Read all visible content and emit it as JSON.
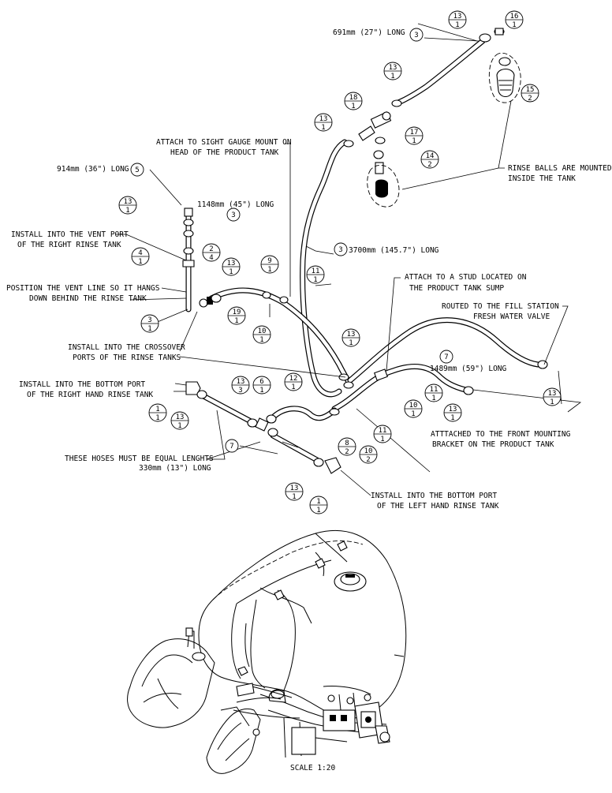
{
  "lengths": {
    "l691": "691mm (27\") LONG",
    "l914": "914mm (36\") LONG",
    "l1148": "1148mm (45\") LONG",
    "l3700": "3700mm (145.7\") LONG",
    "l1489": "1489mm (59\") LONG",
    "l330": "330mm (13\") LONG"
  },
  "notes": {
    "sight_gauge_1": "ATTACH TO SIGHT GAUGE MOUNT ON",
    "sight_gauge_2": "HEAD OF THE PRODUCT TANK",
    "rinse_balls_1": "RINSE BALLS ARE MOUNTED",
    "rinse_balls_2": "INSIDE THE TANK",
    "vent_port_1": "INSTALL INTO THE VENT PORT",
    "vent_port_2": "OF THE RIGHT RINSE TANK",
    "position_vent_1": "POSITION THE VENT LINE SO IT HANGS",
    "position_vent_2": "DOWN BEHIND THE RINSE TANK",
    "stud_1": "ATTACH TO A STUD LOCATED ON",
    "stud_2": "THE PRODUCT TANK SUMP",
    "fill_station_1": "ROUTED TO THE FILL STATION",
    "fill_station_2": "FRESH WATER VALVE",
    "crossover_1": "INSTALL INTO THE CROSSOVER",
    "crossover_2": "PORTS OF THE RINSE TANKS",
    "bottom_right_1": "INSTALL INTO THE BOTTOM PORT",
    "bottom_right_2": "OF THE RIGHT HAND RINSE TANK",
    "front_mount_1": "ATTTACHED TO THE FRONT MOUNTING",
    "front_mount_2": "BRACKET ON THE PRODUCT TANK",
    "equal_1": "THESE HOSES MUST BE EQUAL LENGHTS",
    "bottom_left_1": "INSTALL INTO THE BOTTOM PORT",
    "bottom_left_2": "OF THE LEFT HAND RINSE TANK"
  },
  "scale": "SCALE 1:20",
  "bubbles": {
    "b13_1a": {
      "item": "13",
      "qty": "1"
    },
    "b16_1": {
      "item": "16",
      "qty": "1"
    },
    "b3_691": {
      "item": "3"
    },
    "b13_1b": {
      "item": "13",
      "qty": "1"
    },
    "b15_2": {
      "item": "15",
      "qty": "2"
    },
    "b18_1": {
      "item": "18",
      "qty": "1"
    },
    "b13_1c": {
      "item": "13",
      "qty": "1"
    },
    "b17_1": {
      "item": "17",
      "qty": "1"
    },
    "b14_2": {
      "item": "14",
      "qty": "2"
    },
    "b5": {
      "item": "5"
    },
    "b13_1d": {
      "item": "13",
      "qty": "1"
    },
    "b3_1148": {
      "item": "3"
    },
    "b3_3700": {
      "item": "3"
    },
    "b4_1": {
      "item": "4",
      "qty": "1"
    },
    "b2_4": {
      "item": "2",
      "qty": "4"
    },
    "b13_1e": {
      "item": "13",
      "qty": "1"
    },
    "b9_1": {
      "item": "9",
      "qty": "1"
    },
    "b11_1a": {
      "item": "11",
      "qty": "1"
    },
    "b3_1": {
      "item": "3",
      "qty": "1"
    },
    "b19_1": {
      "item": "19",
      "qty": "1"
    },
    "b10_1a": {
      "item": "10",
      "qty": "1"
    },
    "b13_1f": {
      "item": "13",
      "qty": "1"
    },
    "b7a": {
      "item": "7"
    },
    "b12_1": {
      "item": "12",
      "qty": "1"
    },
    "b11_1b": {
      "item": "11",
      "qty": "1"
    },
    "b10_1b": {
      "item": "10",
      "qty": "1"
    },
    "b13_1g": {
      "item": "13",
      "qty": "1"
    },
    "b13_1h": {
      "item": "13",
      "qty": "1"
    },
    "b1_1a": {
      "item": "1",
      "qty": "1"
    },
    "b13_1i": {
      "item": "13",
      "qty": "1"
    },
    "b13_3": {
      "item": "13",
      "qty": "3"
    },
    "b6_1": {
      "item": "6",
      "qty": "1"
    },
    "b11_1c": {
      "item": "11",
      "qty": "1"
    },
    "b8_2": {
      "item": "8",
      "qty": "2"
    },
    "b10_2": {
      "item": "10",
      "qty": "2"
    },
    "b7b": {
      "item": "7"
    },
    "b13_1j": {
      "item": "13",
      "qty": "1"
    },
    "b1_1b": {
      "item": "1",
      "qty": "1"
    }
  }
}
